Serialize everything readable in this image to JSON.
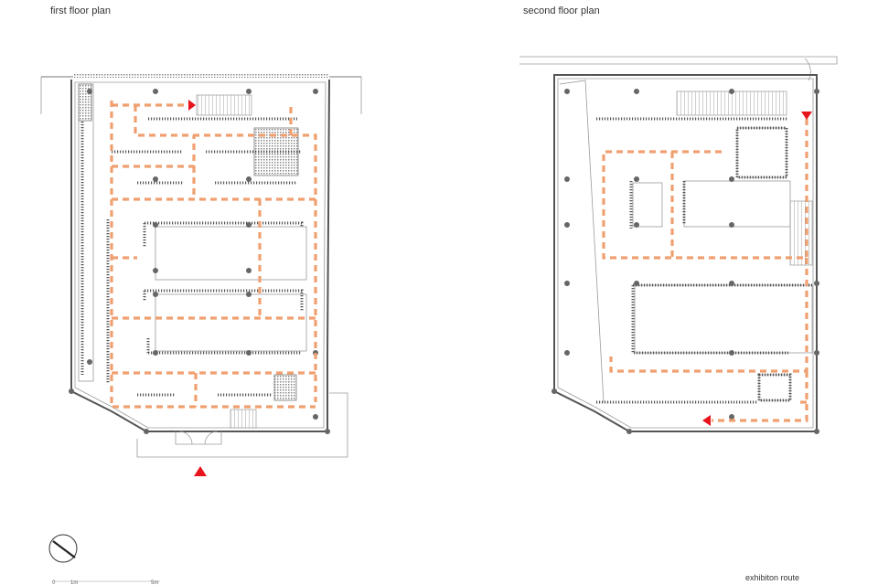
{
  "plans": {
    "first": {
      "title": "first floor plan"
    },
    "second": {
      "title": "second floor plan"
    }
  },
  "legend": {
    "label": "exhibiton route"
  },
  "scale": {
    "tick_0": "0",
    "tick_1": "1m",
    "tick_2": "5m"
  },
  "colors": {
    "route": "#f0a070",
    "arrow": "#e8141c",
    "wall": "#555555"
  },
  "icons": {
    "north": "north-arrow-icon",
    "direction": "direction-triangle-icon"
  }
}
